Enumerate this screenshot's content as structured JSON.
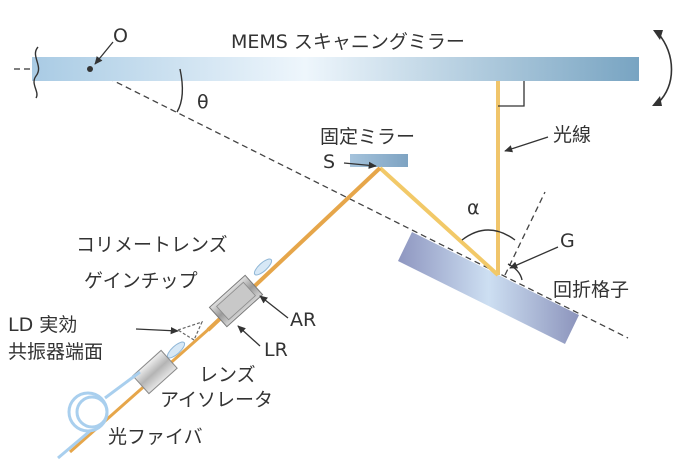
{
  "labels": {
    "mems_mirror": "MEMS スキャニングミラー",
    "pivot": "O",
    "theta": "θ",
    "fixed_mirror": "固定ミラー",
    "s_point": "S",
    "light_ray": "光線",
    "alpha": "α",
    "g_point": "G",
    "grating": "回折格子",
    "collimator_lens": "コリメートレンズ",
    "gain_chip": "ゲインチップ",
    "ar": "AR",
    "lr": "LR",
    "ld_resonator_line1": "LD 実効",
    "ld_resonator_line2": "共振器端面",
    "lens": "レンズ",
    "isolator": "アイソレータ",
    "fiber": "光ファイバ"
  },
  "colors": {
    "mirror_light": "#eaf3fb",
    "mirror_dark": "#7aa7c4",
    "grating_light": "#c4d6ee",
    "grating_dark": "#8e97bf",
    "beam_orange": "#e8ab4e",
    "beam_yellow": "#f3cf74",
    "fiber": "#a9cfee",
    "arrow": "#333333"
  }
}
